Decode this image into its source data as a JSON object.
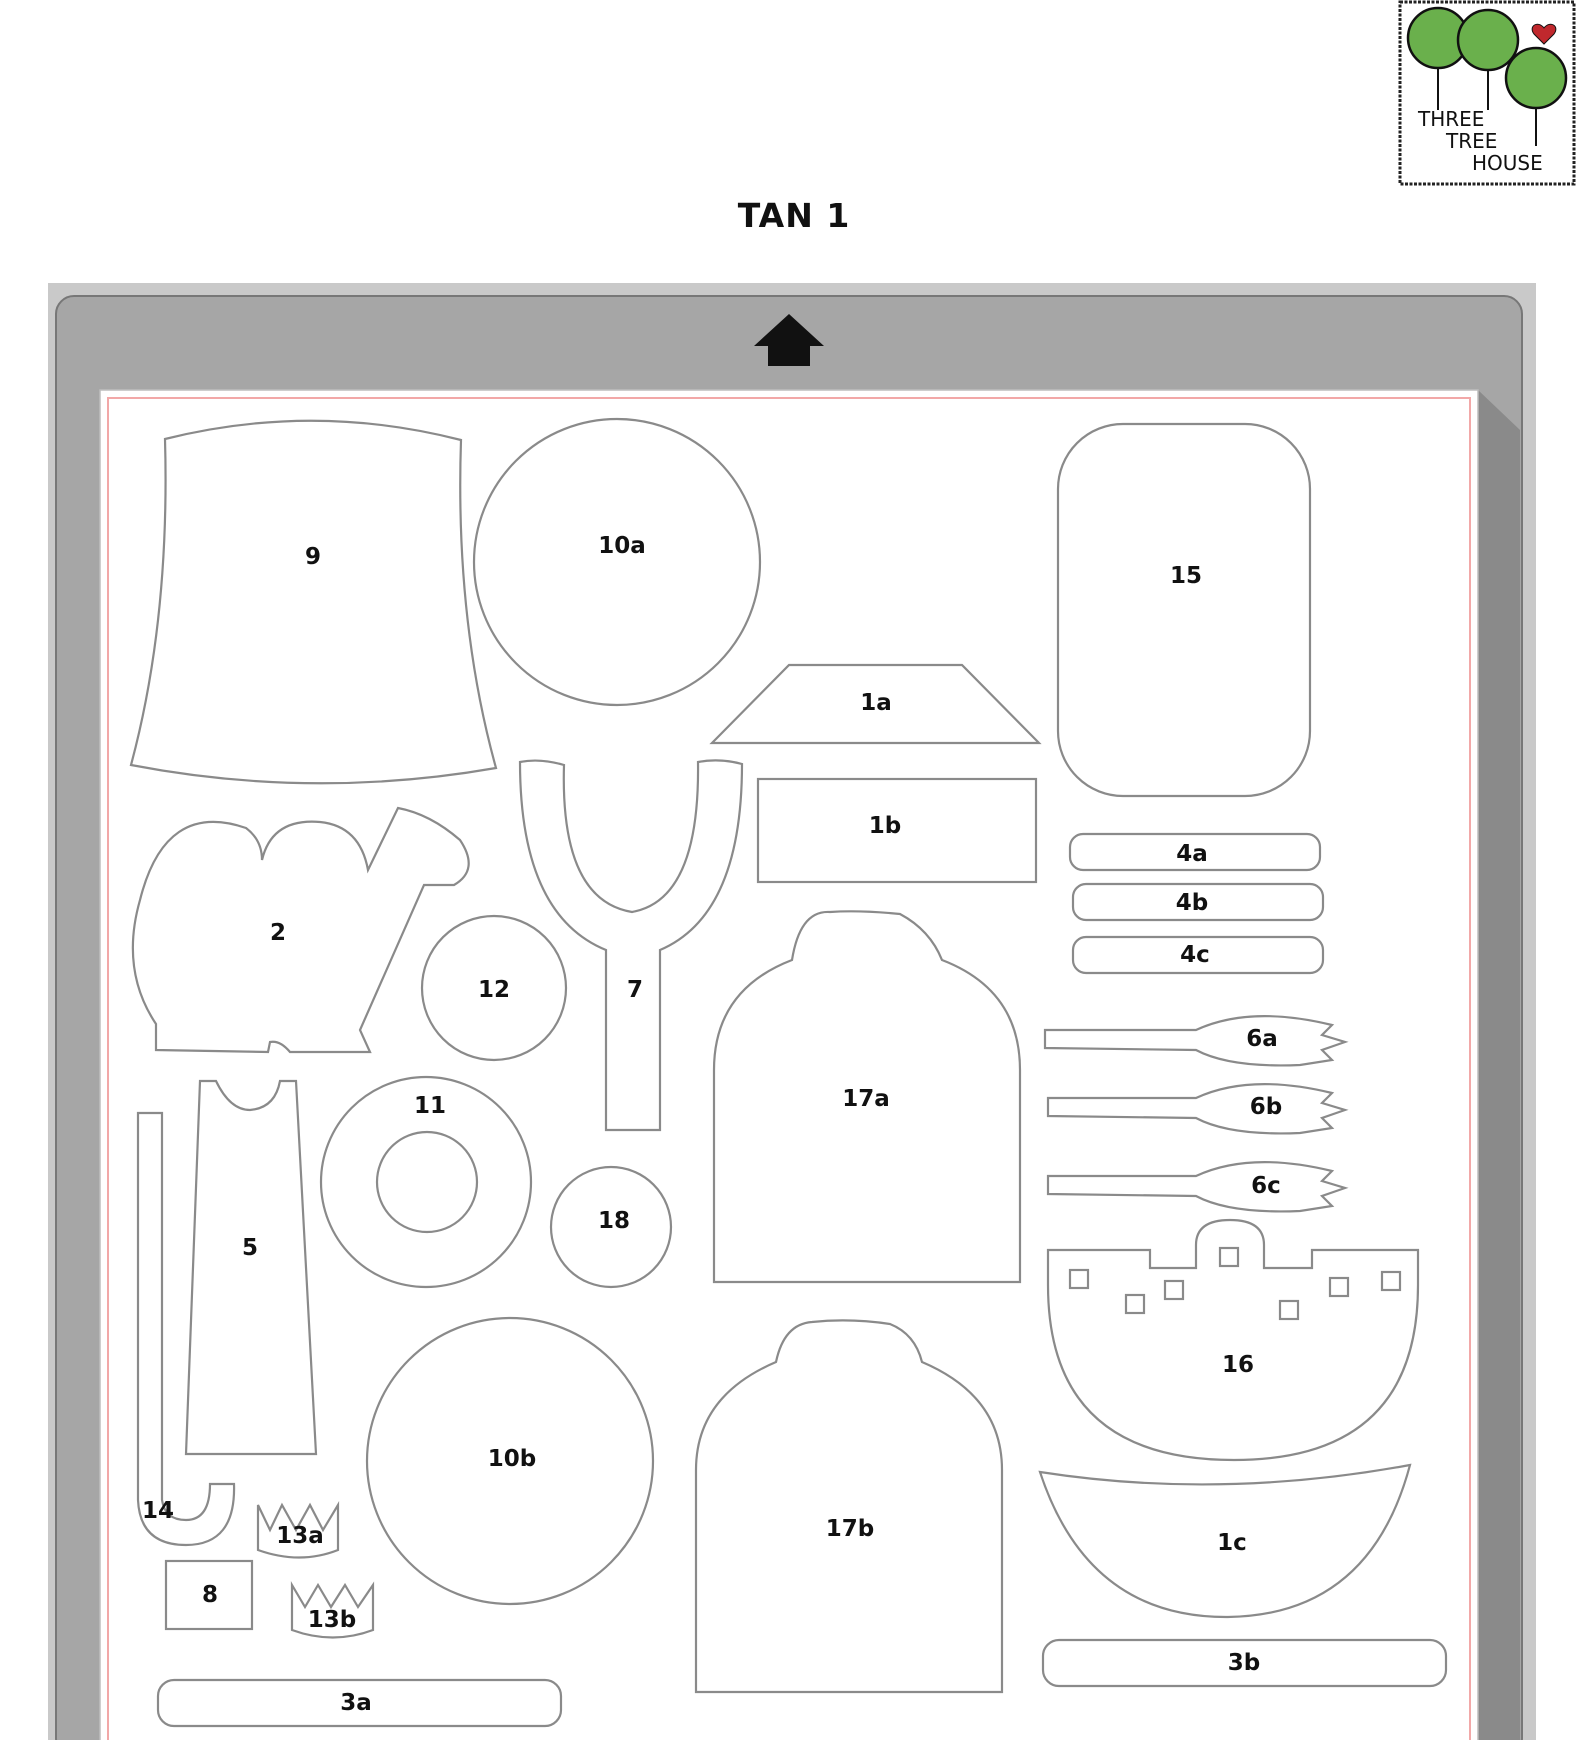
{
  "logo": {
    "lines": [
      "THREE",
      "TREE",
      "HOUSE"
    ],
    "icon": "three-trees-heart-logo",
    "tree_color": "#6ab04c",
    "heart_color": "#c0282d"
  },
  "page": {
    "title": "TAN 1"
  },
  "mat": {
    "icon": "feed-arrow-up-icon",
    "frame_color": "#a6a6a6",
    "margin_line_color": "#f2a8a8"
  },
  "pieces": {
    "p9": "9",
    "p10a": "10a",
    "p15": "15",
    "p1a": "1a",
    "p1b": "1b",
    "p4a": "4a",
    "p4b": "4b",
    "p4c": "4c",
    "p2": "2",
    "p12": "12",
    "p7": "7",
    "p17a": "17a",
    "p6a": "6a",
    "p6b": "6b",
    "p6c": "6c",
    "p11": "11",
    "p18": "18",
    "p5": "5",
    "p16": "16",
    "p10b": "10b",
    "p17b": "17b",
    "p14": "14",
    "p13a": "13a",
    "p13b": "13b",
    "p8": "8",
    "p1c": "1c",
    "p3a": "3a",
    "p3b": "3b"
  }
}
